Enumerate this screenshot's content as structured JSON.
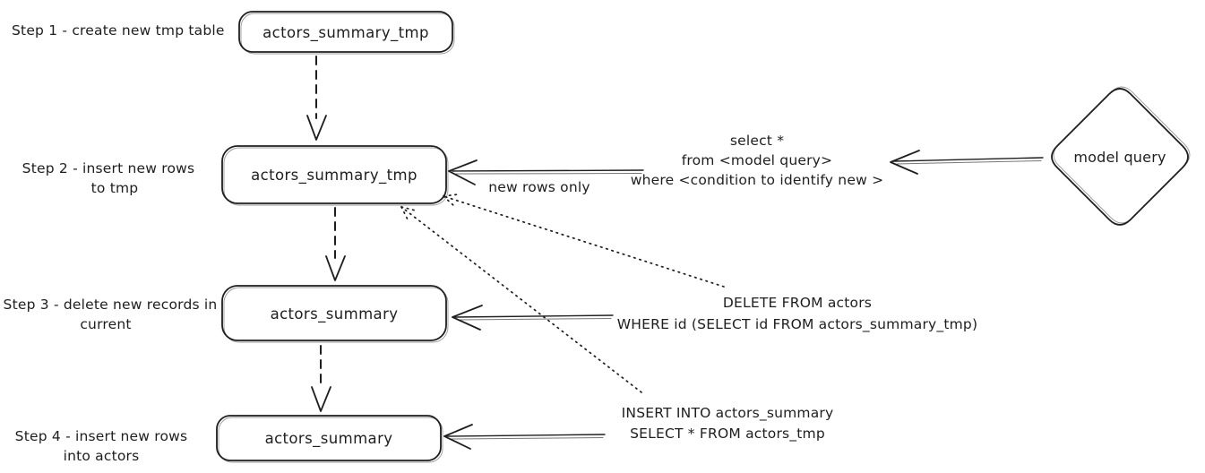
{
  "colors": {
    "blue_fill": "#a5d8ff",
    "red_fill": "#ffc9c9",
    "stroke": "#1e1e1e",
    "background": "#ffffff"
  },
  "steps": [
    {
      "label_line1": "Step 1 - create new tmp table",
      "table": "actors_summary_tmp",
      "color": "blue"
    },
    {
      "label_line1": "Step 2 - insert new rows",
      "label_line2": "to tmp",
      "table": "actors_summary_tmp",
      "color": "blue"
    },
    {
      "label_line1": "Step 3 - delete new records in",
      "label_line2": "current",
      "table": "actors_summary",
      "color": "red"
    },
    {
      "label_line1": "Step 4 - insert new rows",
      "label_line2": "into actors",
      "table": "actors_summary",
      "color": "red"
    }
  ],
  "nodes": {
    "model_query": "model query"
  },
  "annotations": {
    "new_rows_only": "new rows only",
    "select_query": {
      "line1": "select *",
      "line2": "from <model query>",
      "line3": "where <condition to identify new >"
    },
    "delete_query": {
      "line1": "DELETE FROM actors",
      "line2": "WHERE id (SELECT id FROM actors_summary_tmp)"
    },
    "insert_query": {
      "line1": "INSERT INTO actors_summary",
      "line2": "SELECT * FROM actors_tmp"
    }
  }
}
